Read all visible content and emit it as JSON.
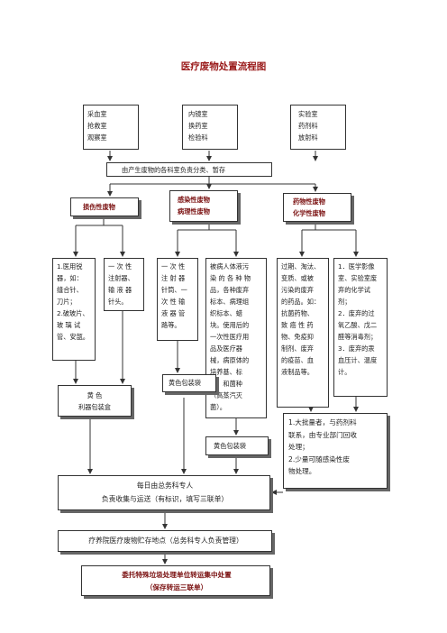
{
  "title": "医疗废物处置流程图",
  "departments": [
    "采血室\n抢救室\n观察室",
    "内镜室\n换药室\n检验科",
    "实验室\n药剂科\n放射科"
  ],
  "classify": "由产生废物的各科室负责分类、暂存",
  "categories": {
    "sharps": "损伤性废物",
    "infectious": "感染性废物\n病理性废物",
    "chemical": "药物性废物\n化学性废物"
  },
  "details": {
    "sharps_items": "1.医用锐\n器，如：\n缝合针、\n刀片；\n2.破玻片、\n玻 璃 试\n管、安瓿。",
    "sharps_disposable": "一 次 性\n注射器、\n输 液 器\n针头。",
    "infectious_disposable": "一 次 性\n注 射 器\n针筒、一\n次 性 输\n液 器 管\n路等。",
    "infectious_items": "被病人体液污\n染 的 各 种 物\n品，各种废弃\n标本、病理组\n织标本、蜡\n块。使用后的\n一次性医疗用\n品及医疗器\n械，病原体的\n培养基、标\n本、和菌种\n（高蒸汽灭\n菌）。",
    "chemical_drugs": "过期、淘汰、\n变质、或被\n污染的废弃\n的药品。如：\n抗菌药物、\n致 癌 性 药\n物、免疫抑\n制剂、废弃\n的疫苗、血\n液制品等。",
    "chemical_reagents": "1．医学影像\n室、实验室废\n弃的化学试\n剂；\n2．废弃的过\n氧乙酸、戊二\n醛等消毒剂；\n3．废弃的汞\n血压计、温度\n计。"
  },
  "containers": {
    "sharps_box": "黄    色\n利器包装盒",
    "yellow_bag_1": "黄色包装袋",
    "yellow_bag_2": "黄色包装袋",
    "chemical_handling": "1.大批量者，与药剂科\n联系，由专业部门回收\n处理；\n2.少量可随感染性废\n物处理。"
  },
  "collection": "每日由总务科专人\n负责收集与运送（有标识，填写三联单）",
  "storage": "疗养院医疗废物贮存地点（总务科专人负责管理）",
  "final": "委托特殊垃圾处理单位转运集中处置\n（保存转运三联单）"
}
